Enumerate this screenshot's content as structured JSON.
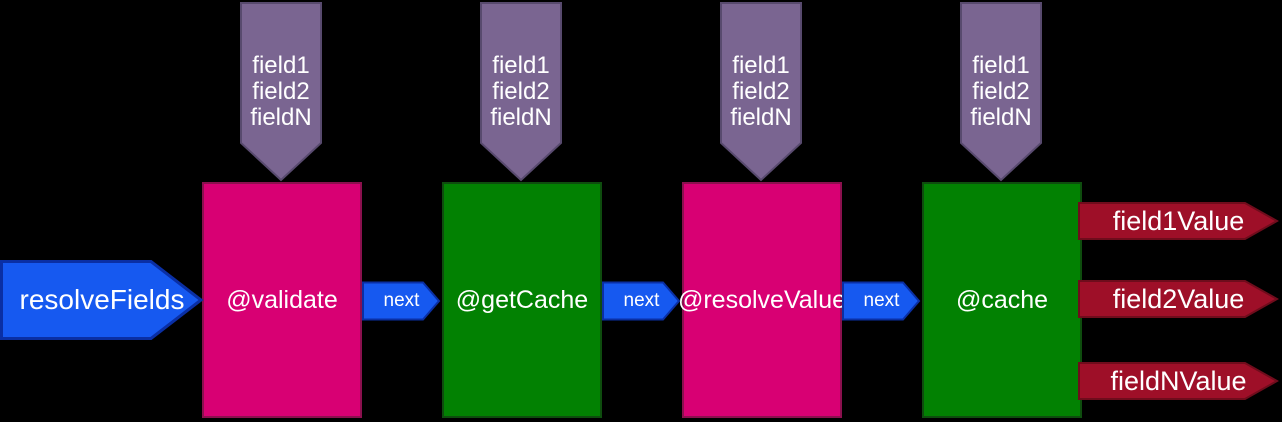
{
  "colors": {
    "background": "#000000",
    "text": "#FFFFFF",
    "blue_fill": "#1659F0",
    "blue_border": "#0A2FA4",
    "magenta_fill": "#D80073",
    "magenta_border": "#8B104E",
    "green_fill": "#028102",
    "green_border": "#0E4D0E",
    "purple_fill": "#7A6591",
    "purple_border": "#584A6E",
    "red_fill": "#9E0F28",
    "red_border": "#6F0C1C"
  },
  "input_arrow": {
    "label": "resolveFields"
  },
  "field_input_arrows": [
    {
      "text": "field1\nfield2\nfieldN"
    },
    {
      "text": "field1\nfield2\nfieldN"
    },
    {
      "text": "field1\nfield2\nfieldN"
    },
    {
      "text": "field1\nfield2\nfieldN"
    }
  ],
  "stages": [
    {
      "label": "@validate"
    },
    {
      "label": "@getCache"
    },
    {
      "label": "@resolveValue"
    },
    {
      "label": "@cache"
    }
  ],
  "next_arrows": [
    {
      "label": "next"
    },
    {
      "label": "next"
    },
    {
      "label": "next"
    }
  ],
  "output_arrows": [
    {
      "label": "field1Value"
    },
    {
      "label": "field2Value"
    },
    {
      "label": "fieldNValue"
    }
  ]
}
